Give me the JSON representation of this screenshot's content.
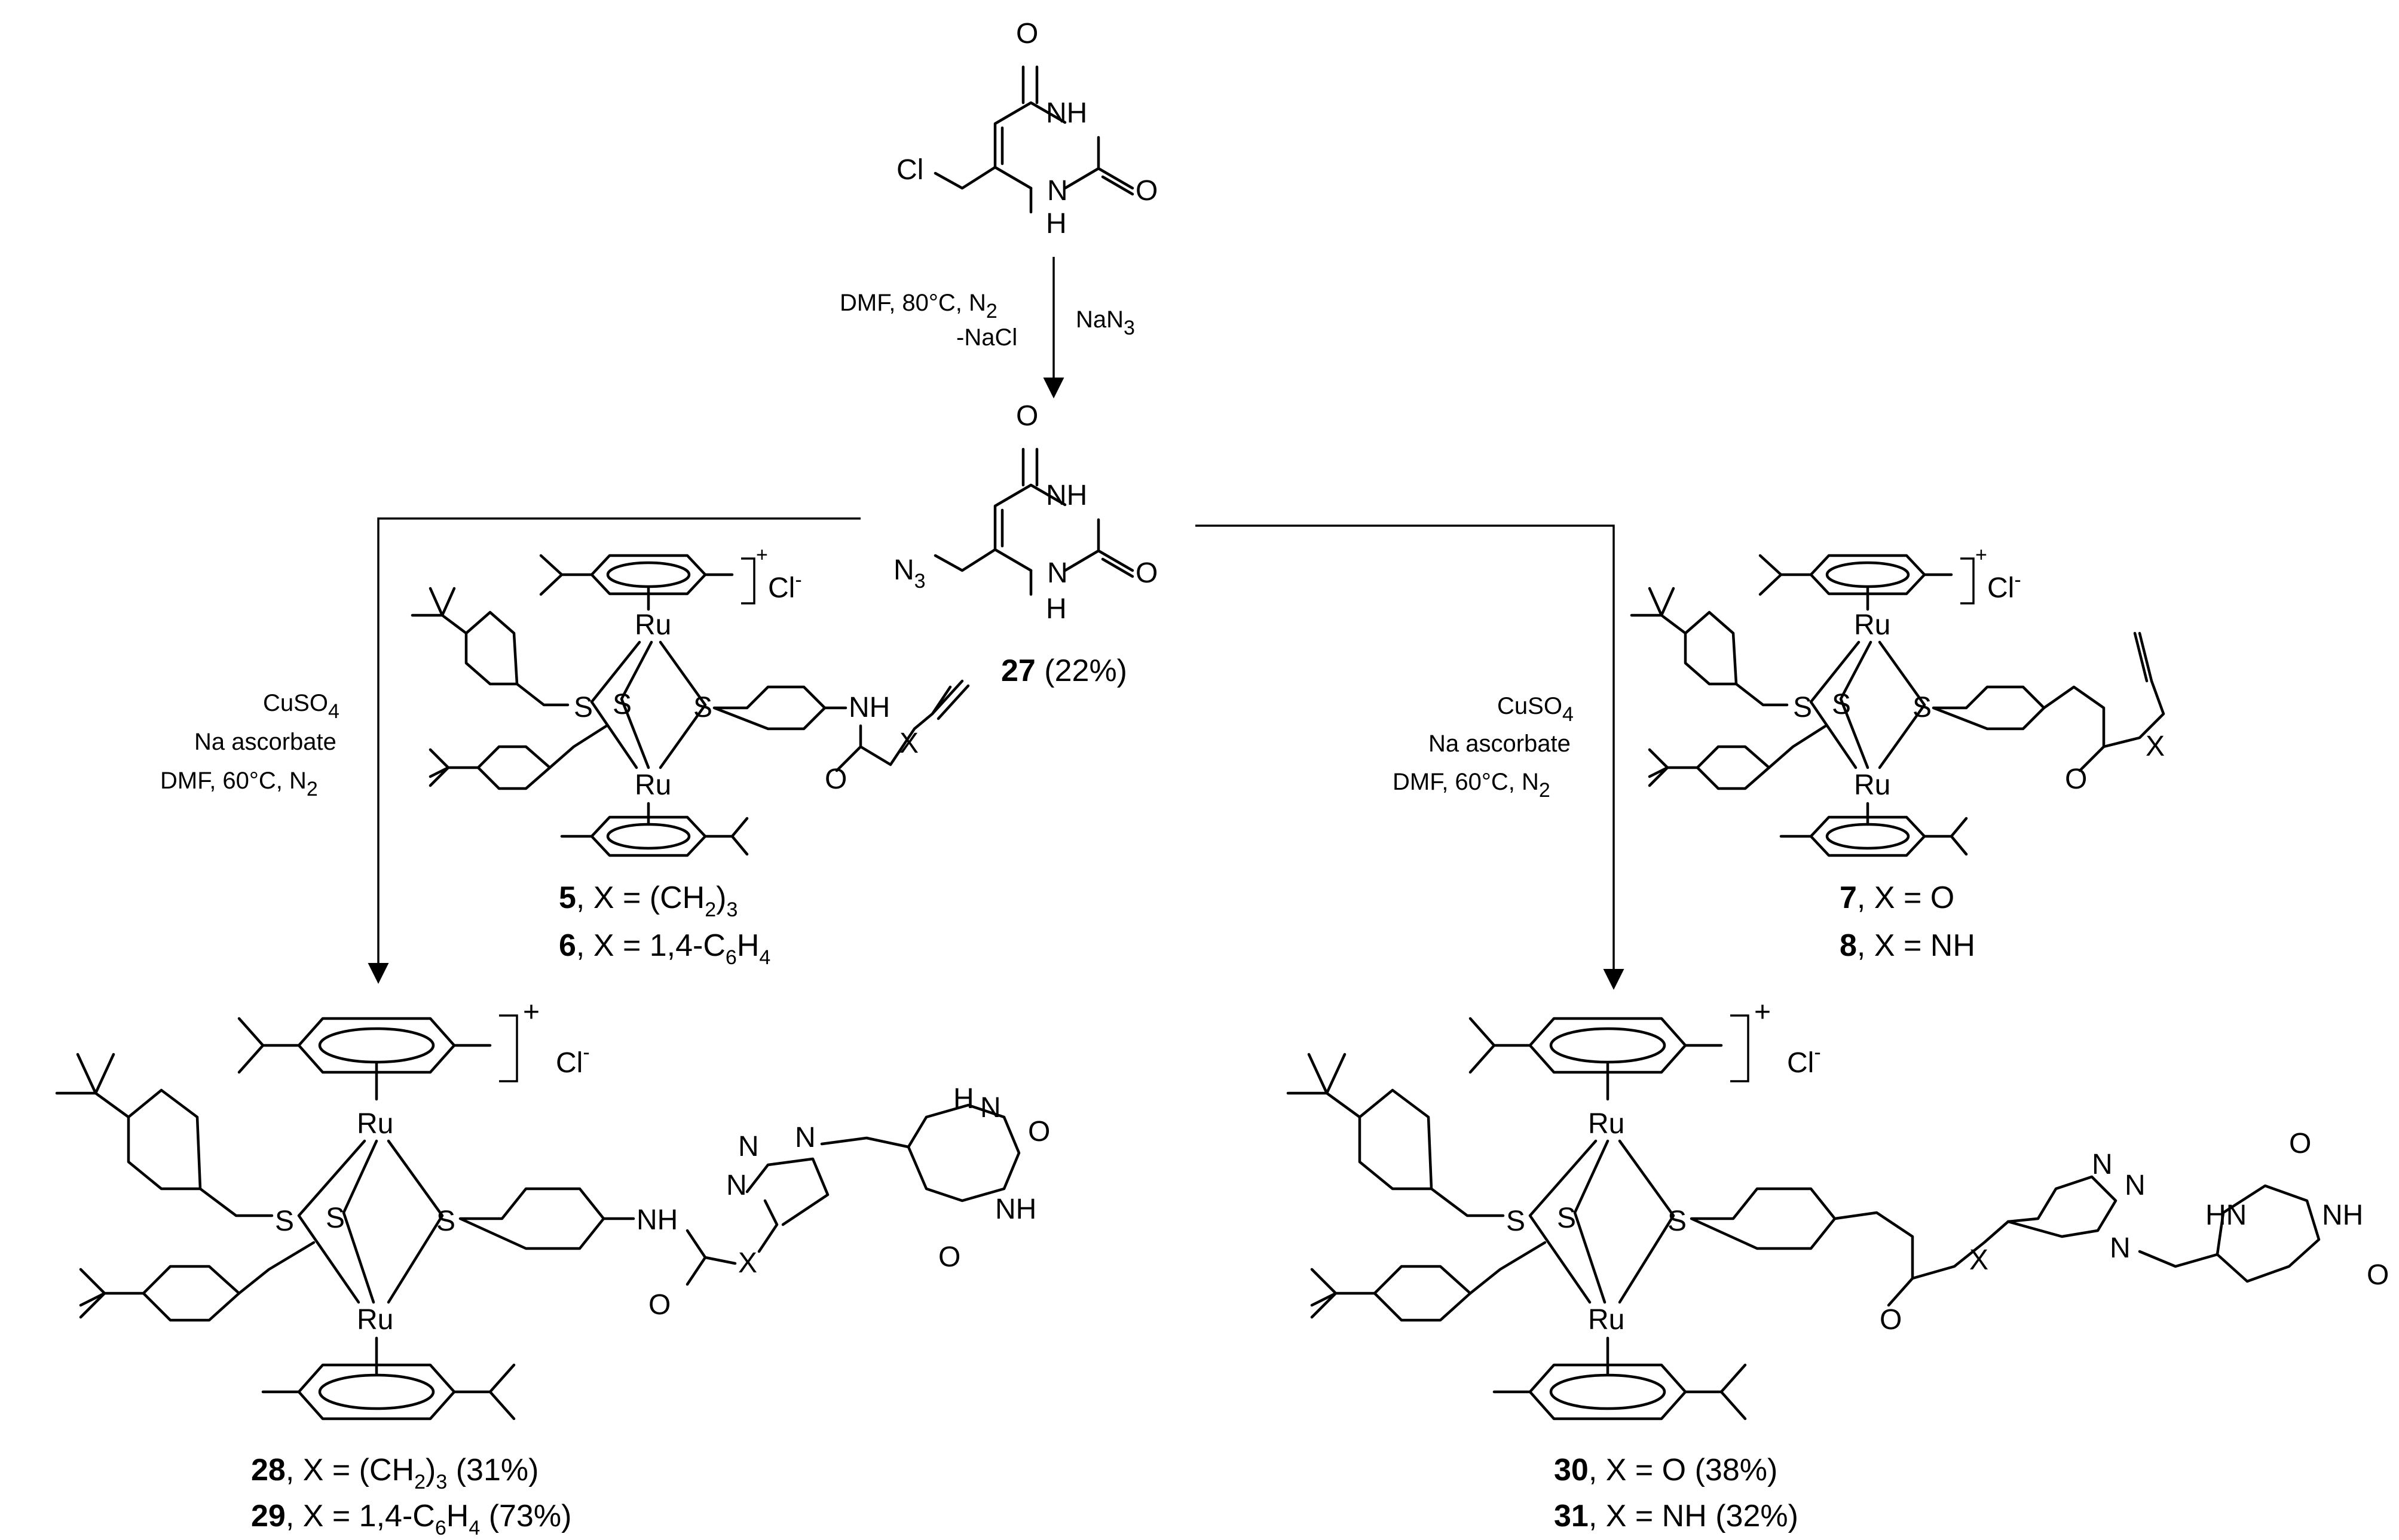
{
  "scheme": {
    "start": {
      "cl": "Cl",
      "nh": "NH",
      "h": "H",
      "n": "N",
      "o_top": "O",
      "o_right": "O"
    },
    "step1": {
      "solvent": "DMF, 80°C, N",
      "solvent_sub": "2",
      "byproduct": "-NaCl",
      "reagent": "NaN",
      "reagent_sub": "3"
    },
    "azide": {
      "n": "N",
      "n_sub": "3",
      "nh": "NH",
      "h": "H",
      "n_ring": "N",
      "o_top": "O",
      "o_right": "O",
      "label_num": "27",
      "label_yield": " (22%)"
    },
    "left_conditions": {
      "line1": "CuSO",
      "line1_sub": "4",
      "line2": "Na ascorbate",
      "line3": "DMF, 60°C, N",
      "line3_sub": "2"
    },
    "right_conditions": {
      "line1": "CuSO",
      "line1_sub": "4",
      "line2": "Na ascorbate",
      "line3": "DMF, 60°C, N",
      "line3_sub": "2"
    },
    "complex_common": {
      "ru": "Ru",
      "s": "S",
      "charge": "+",
      "anion": "Cl",
      "anion_charge": "-"
    },
    "left_reagent": {
      "nh": "NH",
      "o": "O",
      "x": "X",
      "label1_num": "5",
      "label1_text": ", X = (CH",
      "label1_sub": "2",
      "label1_end": ")",
      "label1_sub2": "3",
      "label2_num": "6",
      "label2_text": ", X = 1,4-C",
      "label2_sub": "6",
      "label2_mid": "H",
      "label2_sub2": "4"
    },
    "right_reagent": {
      "o": "O",
      "x": "X",
      "label1_num": "7",
      "label1_text": ", X = O",
      "label2_num": "8",
      "label2_text": ", X = NH"
    },
    "left_product": {
      "nh": "NH",
      "o": "O",
      "x": "X",
      "n": "N",
      "h": "H",
      "label1_num": "28",
      "label1_text": ", X = (CH",
      "label1_sub": "2",
      "label1_end": ")",
      "label1_sub2": "3",
      "label1_yield": " (31%)",
      "label2_num": "29",
      "label2_text": ", X = 1,4-C",
      "label2_sub": "6",
      "label2_mid": "H",
      "label2_sub2": "4",
      "label2_yield": " (73%)"
    },
    "right_product": {
      "nh": "NH",
      "hn": "HN",
      "o": "O",
      "x": "X",
      "n": "N",
      "label1_num": "30",
      "label1_text": ", X = O (38%)",
      "label2_num": "31",
      "label2_text": ", X = NH (32%)"
    }
  }
}
